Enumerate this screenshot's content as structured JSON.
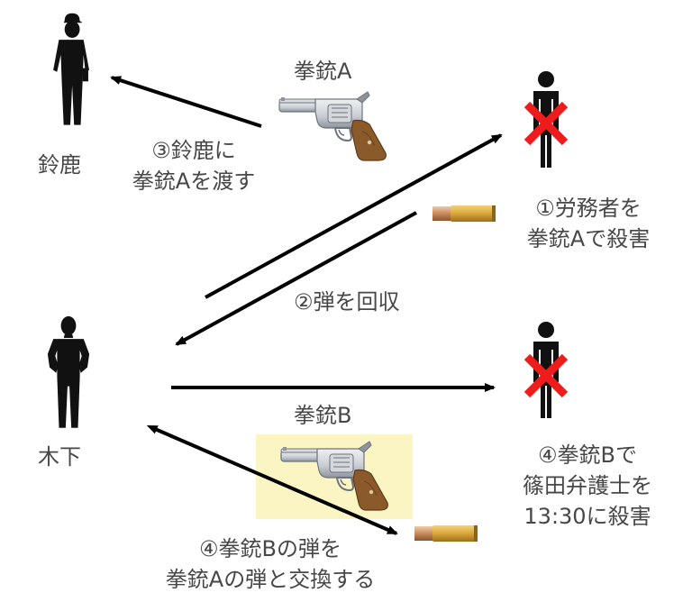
{
  "people": {
    "suzushika": {
      "name": "鈴鹿"
    },
    "kinoshita": {
      "name": "木下"
    }
  },
  "guns": {
    "a": {
      "label": "拳銃A"
    },
    "b": {
      "label": "拳銃B"
    }
  },
  "steps": {
    "step1": {
      "line1": "①労務者を",
      "line2": "拳銃Aで殺害"
    },
    "step2": {
      "line1": "②弾を回収"
    },
    "step3": {
      "line1": "③鈴鹿に",
      "line2": "拳銃Aを渡す"
    },
    "step4_kill": {
      "line1": "④拳銃Bで",
      "line2": "篠田弁護士を",
      "line3": "13:30に殺害"
    },
    "step4_swap": {
      "line1": "④拳銃Bの弾を",
      "line2": "拳銃Aの弾と交換する"
    }
  },
  "colors": {
    "silhouette": "#111111",
    "cross": "#ee1c1c",
    "arrow": "#000000",
    "text": "#474747",
    "highlight": "#fbf5c4",
    "bullet_brass": "#d9a63a",
    "bullet_tip": "#c98a5b",
    "gun_metal": "#c9cdd3",
    "gun_grip": "#8b5a2b"
  },
  "icons": [
    "person-silhouette-icon",
    "victim-figure-icon",
    "red-x-icon",
    "revolver-icon",
    "bullet-icon"
  ]
}
